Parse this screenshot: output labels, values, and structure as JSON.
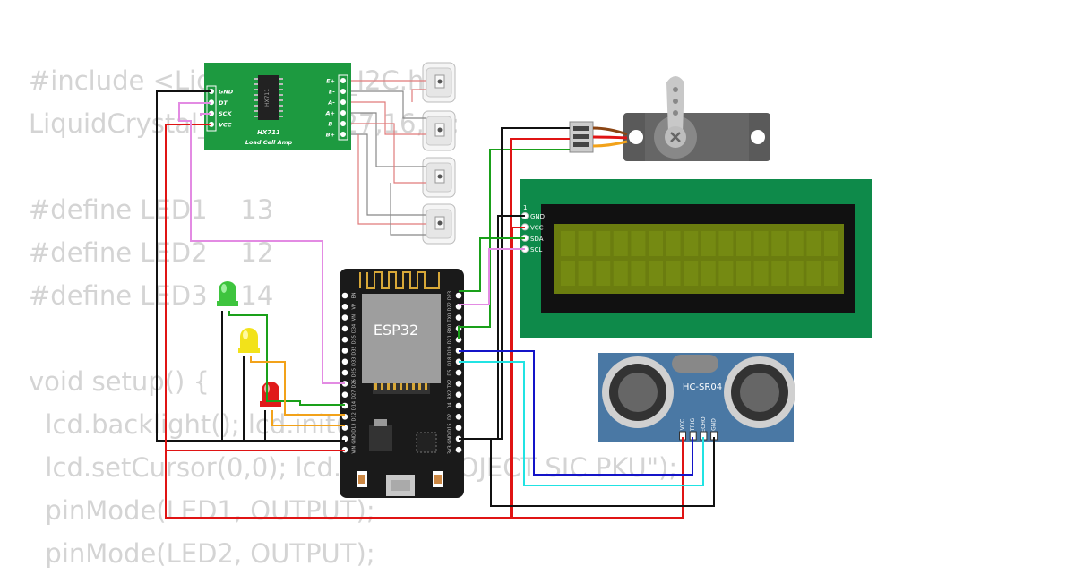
{
  "code_lines": [
    "#include <LiquidCrystal_I2C.h>",
    "LiquidCrystal_I2C lcd(0x27,16,2);",
    "",
    "#define LED1    13",
    "#define LED2    12",
    "#define LED3    14",
    "",
    "void setup() {",
    "  lcd.backlight(); lcd.init();",
    "  lcd.setCursor(0,0); lcd.print(\"PROJECT SIC PKU\");",
    "  pinMode(LED1, OUTPUT);",
    "  pinMode(LED2, OUTPUT);"
  ],
  "hx711": {
    "chip": "HX711",
    "name": "HX711",
    "subtitle": "Load Cell Amp",
    "left_pins": [
      "GND",
      "DT",
      "SCK",
      "VCC"
    ],
    "right_pins": [
      "E+",
      "E-",
      "A-",
      "A+",
      "B-",
      "B+"
    ]
  },
  "esp32": {
    "label": "ESP32",
    "left_pins": [
      "EN",
      "VP",
      "VN",
      "D34",
      "D35",
      "D32",
      "D33",
      "D25",
      "D26",
      "D27",
      "D14",
      "D12",
      "D13",
      "GND",
      "VIN"
    ],
    "right_pins": [
      "D23",
      "D22",
      "TX0",
      "RX0",
      "D21",
      "D19",
      "D18",
      "D5",
      "TX2",
      "RX2",
      "D4",
      "D2",
      "D15",
      "GND",
      "3V3"
    ]
  },
  "lcd": {
    "pins": [
      "GND",
      "VCC",
      "SDA",
      "SCL"
    ],
    "pin1": "1"
  },
  "hcsr04": {
    "label": "HC-SR04",
    "pins": [
      "VCC",
      "TRIG",
      "ECHO",
      "GND"
    ]
  },
  "colors": {
    "pcb_green": "#1d9a40",
    "esp_black": "#1a1a1a",
    "lcd_green": "#0e8a4a",
    "lcd_screen": "#6b7d0f",
    "sonar_blue": "#4a78a4",
    "wire_red": "#e01414",
    "wire_black": "#111111",
    "wire_green": "#1aa01a",
    "wire_pink": "#e38be3",
    "wire_orange": "#f2a21a",
    "wire_blue": "#1414c8",
    "wire_cyan": "#21e3e3",
    "led_green": "#3ec43e",
    "led_yellow": "#f2e21a",
    "led_red": "#e01a1a"
  }
}
